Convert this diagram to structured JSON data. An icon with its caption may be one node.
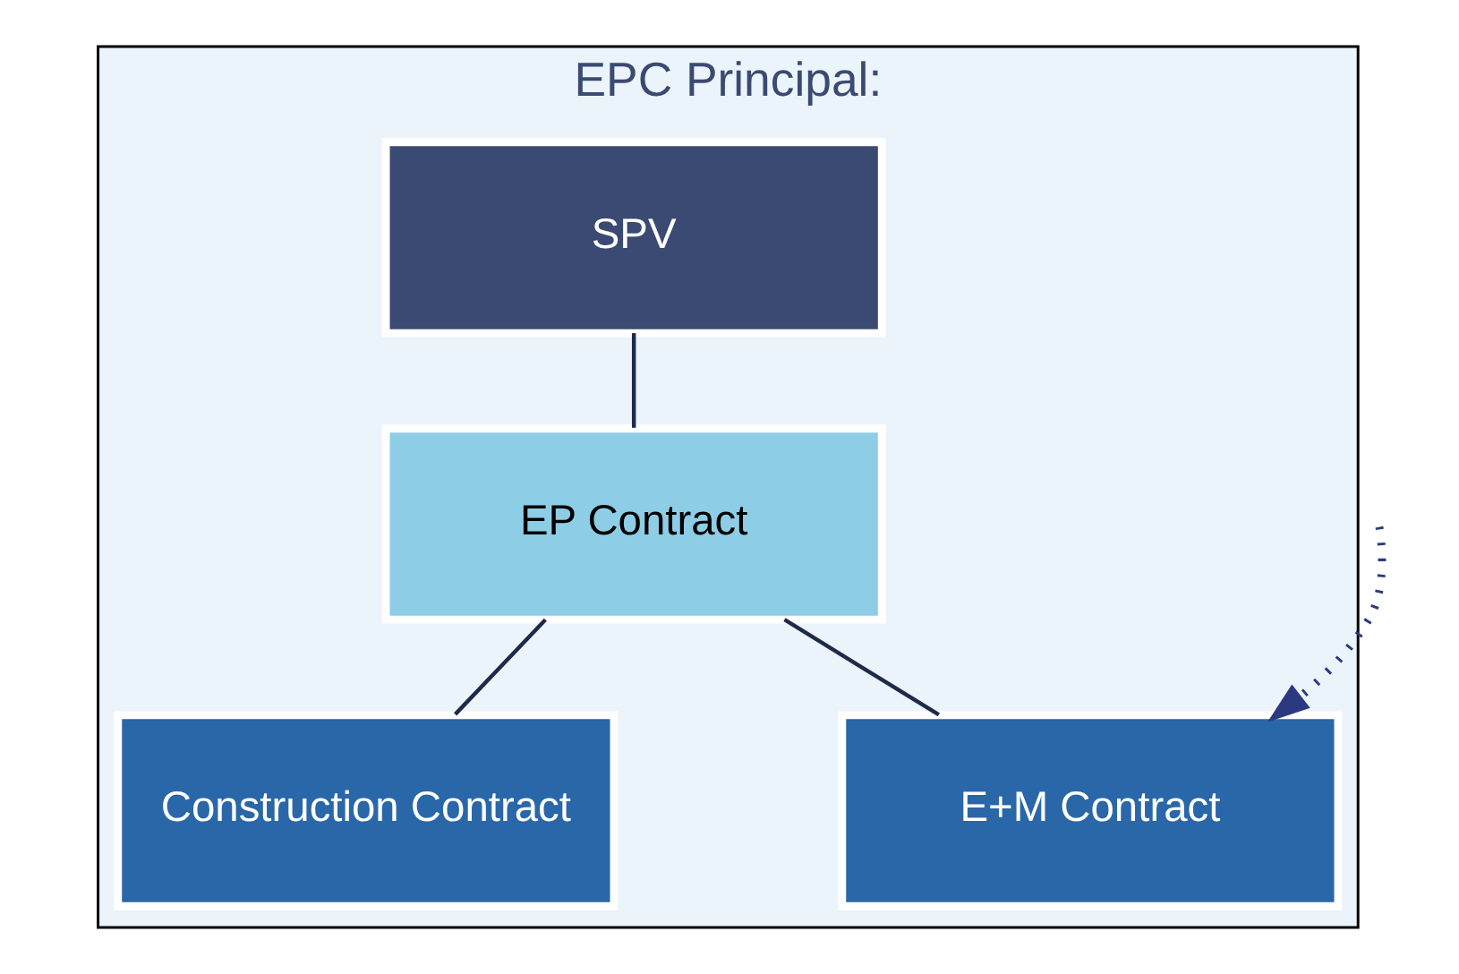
{
  "diagram": {
    "nodes": [
      {
        "text": [
          "EPC Principal:"
        ]
      },
      {
        "text": [
          "SPV"
        ],
        "in": 0
      },
      {
        "text": [
          "EP Contract"
        ],
        "in": 0
      },
      {
        "text": [
          "Construction Contract"
        ],
        "in": 0
      },
      {
        "text": [
          "E+M Contract"
        ],
        "in": 0
      }
    ],
    "edges": [
      {
        "from": 1,
        "to": 2,
        "arrow": "none"
      },
      {
        "from": 2,
        "to": 3,
        "arrow": "none"
      },
      {
        "from": 2,
        "to": 4,
        "arrow": "none"
      },
      {
        "from": null,
        "to": 4,
        "arrow": "to",
        "style": "dashed",
        "color": "#2b3a80"
      }
    ]
  }
}
